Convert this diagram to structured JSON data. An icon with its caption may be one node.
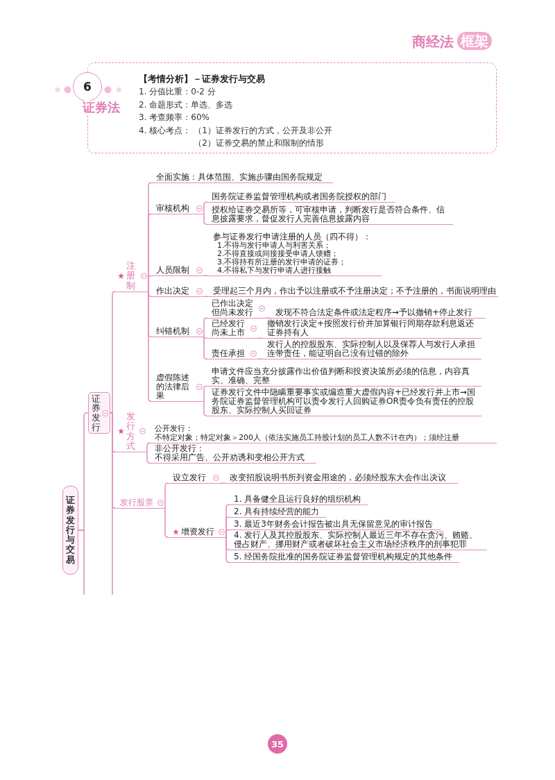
{
  "diagram": {
    "nodes": [
      {
        "text": [
          "【考情分析】－证券发行与交易",
          "1. 分值比重：0-2 分",
          "2. 命题形式：单选、多选",
          "3. 考查频率：60%",
          "4. 核心考点：",
          "（1）证券发行的方式，公开及非公开",
          "（2）证券交易的禁止和限制的情形"
        ]
      },
      {
        "text": [
          "6"
        ],
        "beside": [
          "证券法"
        ]
      },
      {
        "text": [
          "证券发行与交易"
        ]
      },
      {
        "text": [
          "证券发行"
        ]
      },
      {
        "text": [
          "注册制"
        ]
      },
      {
        "text": [
          "全面实施：具体范围、实施步骤由国务院规定"
        ]
      },
      {
        "text": [
          "审核机构"
        ]
      },
      {
        "text": [
          "国务院证券监督管理机构或者国务院授权的部门"
        ]
      },
      {
        "text": [
          "授权给证券交易所等，可审核申请，判断发行是否符合条件、信息披露要求，督促发行人完善信息披露内容"
        ]
      },
      {
        "text": [
          "人员限制"
        ]
      },
      {
        "text": [
          "参与证券发行申请注册的人员（四不得）：",
          "1.不得与发行申请人与利害关系；",
          "2.不得直接或间接接受申请人馈赠；",
          "3.不得持有所注册的发行申请的证券；",
          "4.不得私下与发行申请人进行接触"
        ]
      },
      {
        "text": [
          "作出决定"
        ]
      },
      {
        "text": [
          "受理起三个月内，作出予以注册或不予注册决定；不予注册的，书面说明理由"
        ]
      },
      {
        "text": [
          "纠错机制"
        ]
      },
      {
        "text": [
          "已作出决定但尚未发行"
        ]
      },
      {
        "text": [
          "发现不符合法定条件或法定程序➞予以撤销+停止发行"
        ]
      },
      {
        "text": [
          "已经发行尚未上市"
        ]
      },
      {
        "text": [
          "撤销发行决定+按照发行价并加算银行同期存款利息返还证券持有人"
        ]
      },
      {
        "text": [
          "责任承担"
        ]
      },
      {
        "text": [
          "发行人的控股股东、实际控制人以及保荐人与发行人承担连带责任，能证明自己没有过错的除外"
        ]
      },
      {
        "text": [
          "虚假陈述的法律后果"
        ]
      },
      {
        "text": [
          "申请文件应当充分披露作出价值判断和投资决策所必须的信息，内容真实、准确、完整"
        ]
      },
      {
        "text": [
          "证券发行文件中隐瞒重要事实或编造重大虚假内容+已经发行并上市➞国务院证券监督管理机构可以责令发行人回购证券OR责令负有责任的控股股东、实际控制人买回证券"
        ]
      },
      {
        "text": [
          "发行方式"
        ]
      },
      {
        "text": [
          "公开发行：",
          "不特定对象；特定对象＞200人（依法实施员工持股计划的员工人数不计在内）；须经注册"
        ]
      },
      {
        "text": [
          "非公开发行：",
          "不得采用广告、公开劝诱和变相公开方式"
        ]
      },
      {
        "text": [
          "发行股票"
        ]
      },
      {
        "text": [
          "设立发行"
        ]
      },
      {
        "text": [
          "改变招股说明书所列资金用途的，必须经股东大会作出决议"
        ]
      },
      {
        "text": [
          "增资发行"
        ]
      },
      {
        "text": [
          "1. 具备健全且运行良好的组织机构"
        ]
      },
      {
        "text": [
          "2. 具有持续经营的能力"
        ]
      },
      {
        "text": [
          "3. 最近3年财务会计报告被出具无保留意见的审计报告"
        ]
      },
      {
        "text": [
          "4. 发行人及其控股股东、实际控制人最近三年不存在贪污、贿赂、侵占财产、挪用财产或者破坏社会主义市场经济秩序的刑事犯罪"
        ]
      },
      {
        "text": [
          "5. 经国务院批准的国务院证券监督管理机构规定的其他条件"
        ]
      },
      {
        "text": [
          "35"
        ]
      }
    ],
    "edges": [
      {
        "from": 2,
        "to": 3,
        "arrow": "none"
      },
      {
        "from": 2,
        "to": null,
        "arrow": "none"
      },
      {
        "from": 3,
        "to": 4,
        "arrow": "none"
      },
      {
        "from": 3,
        "to": 23,
        "arrow": "none"
      },
      {
        "from": 3,
        "to": 26,
        "arrow": "none"
      },
      {
        "from": 3,
        "to": null,
        "arrow": "none"
      },
      {
        "from": 4,
        "to": 5,
        "arrow": "none"
      },
      {
        "from": 4,
        "to": 6,
        "arrow": "none"
      },
      {
        "from": 6,
        "to": 7,
        "arrow": "none"
      },
      {
        "from": 6,
        "to": 8,
        "arrow": "none"
      },
      {
        "from": 4,
        "to": 9,
        "arrow": "none"
      },
      {
        "from": 9,
        "to": 10,
        "arrow": "none"
      },
      {
        "from": 4,
        "to": 11,
        "arrow": "none"
      },
      {
        "from": 11,
        "to": 12,
        "arrow": "none"
      },
      {
        "from": 4,
        "to": 13,
        "arrow": "none"
      },
      {
        "from": 13,
        "to": 14,
        "arrow": "none"
      },
      {
        "from": 14,
        "to": 15,
        "arrow": "none"
      },
      {
        "from": 13,
        "to": 16,
        "arrow": "none"
      },
      {
        "from": 16,
        "to": 17,
        "arrow": "none"
      },
      {
        "from": 13,
        "to": 18,
        "arrow": "none"
      },
      {
        "from": 18,
        "to": 19,
        "arrow": "none"
      },
      {
        "from": 4,
        "to": 20,
        "arrow": "none"
      },
      {
        "from": 20,
        "to": 21,
        "arrow": "none"
      },
      {
        "from": 20,
        "to": 22,
        "arrow": "none"
      },
      {
        "from": 23,
        "to": 24,
        "arrow": "none"
      },
      {
        "from": 23,
        "to": 25,
        "arrow": "none"
      },
      {
        "from": 26,
        "to": 27,
        "arrow": "none"
      },
      {
        "from": 27,
        "to": 28,
        "arrow": "none"
      },
      {
        "from": 26,
        "to": 29,
        "arrow": "none"
      },
      {
        "from": 29,
        "to": 30,
        "arrow": "none"
      },
      {
        "from": 29,
        "to": 31,
        "arrow": "none"
      },
      {
        "from": 29,
        "to": 32,
        "arrow": "none"
      },
      {
        "from": 29,
        "to": 33,
        "arrow": "none"
      },
      {
        "from": 29,
        "to": 34,
        "arrow": "none"
      }
    ],
    "labels": [
      "商经法",
      "框架"
    ]
  }
}
